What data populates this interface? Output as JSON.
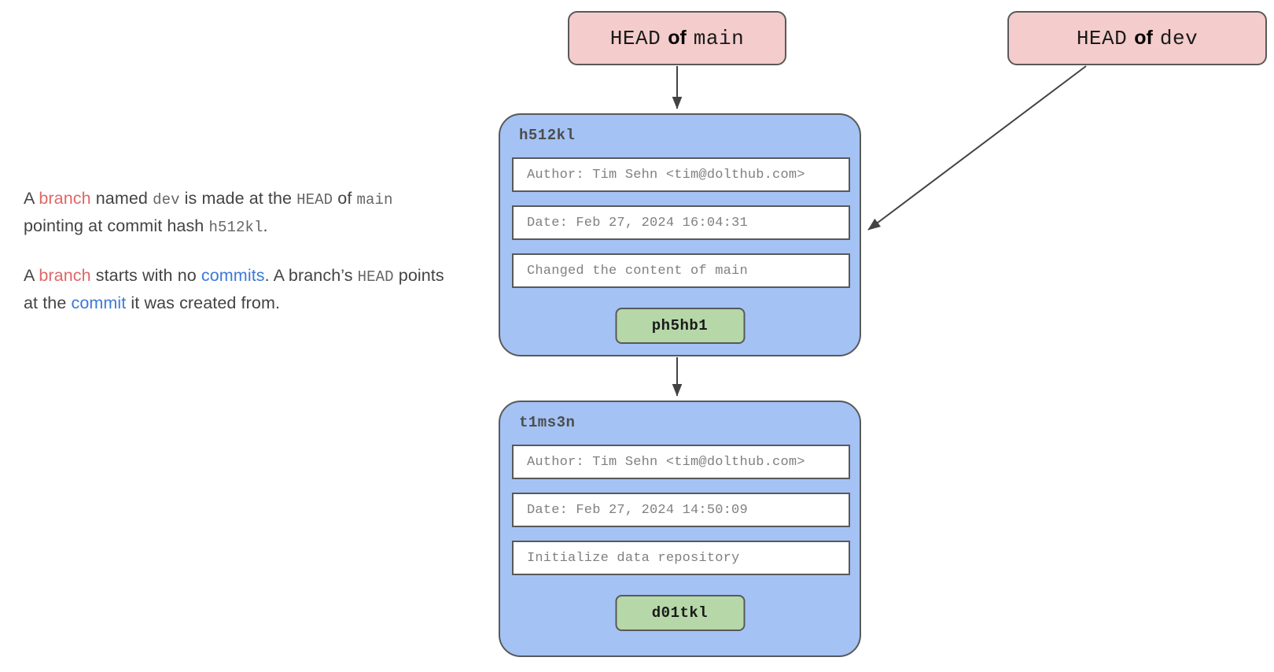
{
  "theme": {
    "head_fill": "#f4cccc",
    "commit_fill": "#a4c2f4",
    "parent_fill": "#b6d7a8",
    "field_fill": "#ffffff",
    "stroke": "#595959",
    "branch_accent": "#e06666",
    "commit_accent": "#3c78d8",
    "body_text": "#434343",
    "field_text": "#808080"
  },
  "prose": {
    "paragraph1": {
      "part1": "A ",
      "branch": "branch",
      "part2": " named ",
      "dev": "dev",
      "part3": " is made at the ",
      "head": "HEAD",
      "part4": " of ",
      "main": "main",
      "part5": " pointing at commit hash ",
      "hash": "h512kl",
      "part6": "."
    },
    "paragraph2": {
      "part1": "A ",
      "branch": "branch",
      "part2": " starts with no ",
      "commits": "commits",
      "part3": ". A branch’s ",
      "head": "HEAD",
      "part4": " points at the ",
      "commit": "commit",
      "part5": " it was created from."
    }
  },
  "head_pointers": [
    {
      "id": "head-main",
      "prefix": "HEAD",
      "connector": "of",
      "branch": "main"
    },
    {
      "id": "head-dev",
      "prefix": "HEAD",
      "connector": "of",
      "branch": "dev"
    }
  ],
  "commits": [
    {
      "id": "commit-h512kl",
      "hash": "h512kl",
      "author": "Author: Tim Sehn <tim@dolthub.com>",
      "date": "Date: Feb 27, 2024 16:04:31",
      "message": "Changed the content of main",
      "parent": "ph5hb1"
    },
    {
      "id": "commit-t1ms3n",
      "hash": "t1ms3n",
      "author": "Author: Tim Sehn <tim@dolthub.com>",
      "date": "Date: Feb 27, 2024 14:50:09",
      "message": "Initialize data repository",
      "parent": "d01tkl"
    }
  ],
  "arrows": [
    {
      "name": "head-main-to-h512kl",
      "from": "HEAD of main",
      "to": "h512kl"
    },
    {
      "name": "head-dev-to-h512kl",
      "from": "HEAD of dev",
      "to": "h512kl"
    },
    {
      "name": "h512kl-to-t1ms3n",
      "from": "h512kl",
      "to": "t1ms3n"
    }
  ]
}
